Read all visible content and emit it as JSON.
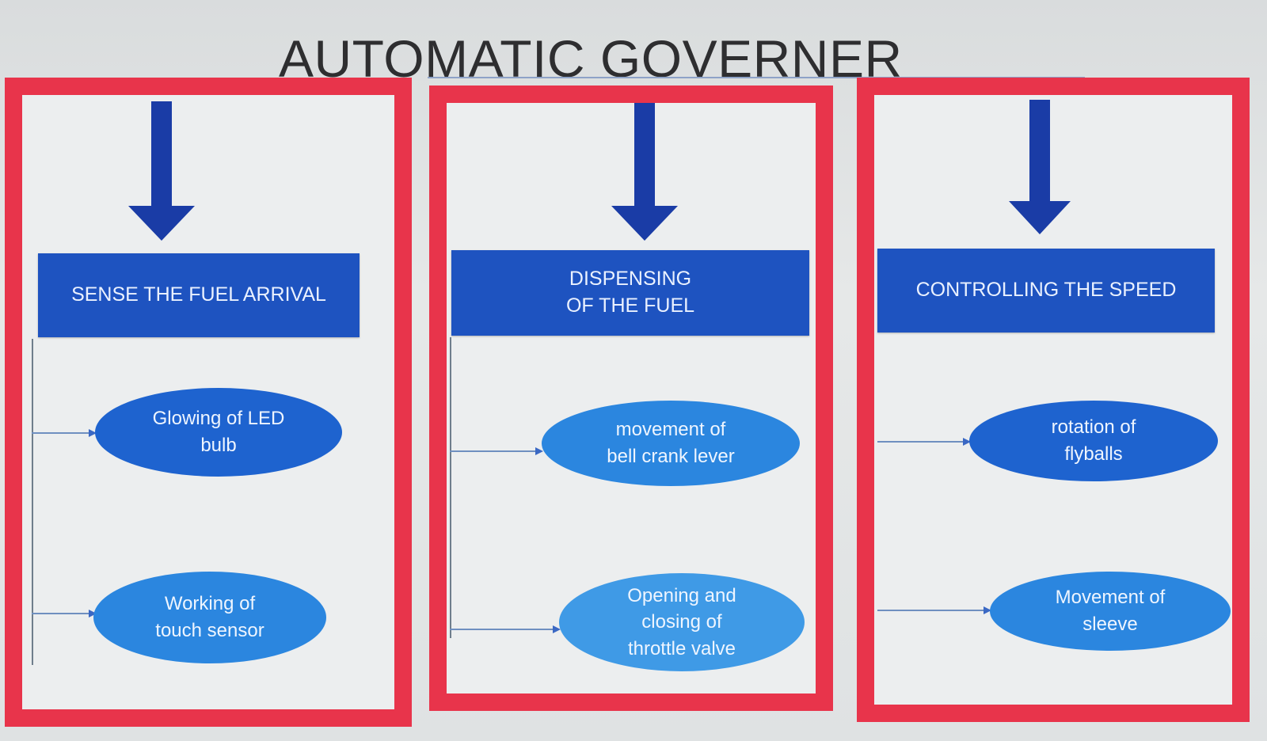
{
  "title": "AUTOMATIC GOVERNER",
  "colors": {
    "frame": "#e8344b",
    "header": "#1e53c0",
    "arrow": "#1a3ca6",
    "oval_dark": "#1e63cf",
    "oval_light": "#3f9ae6"
  },
  "columns": [
    {
      "header": "SENSE THE FUEL ARRIVAL",
      "items": [
        "Glowing of LED\nbulb",
        "Working of\ntouch sensor"
      ]
    },
    {
      "header": "DISPENSING\nOF THE FUEL",
      "items": [
        "movement of\nbell crank lever",
        "Opening and\nclosing of\nthrottle valve"
      ]
    },
    {
      "header": "CONTROLLING THE SPEED",
      "items": [
        "rotation of\nflyballs",
        "Movement of\nsleeve"
      ]
    }
  ]
}
